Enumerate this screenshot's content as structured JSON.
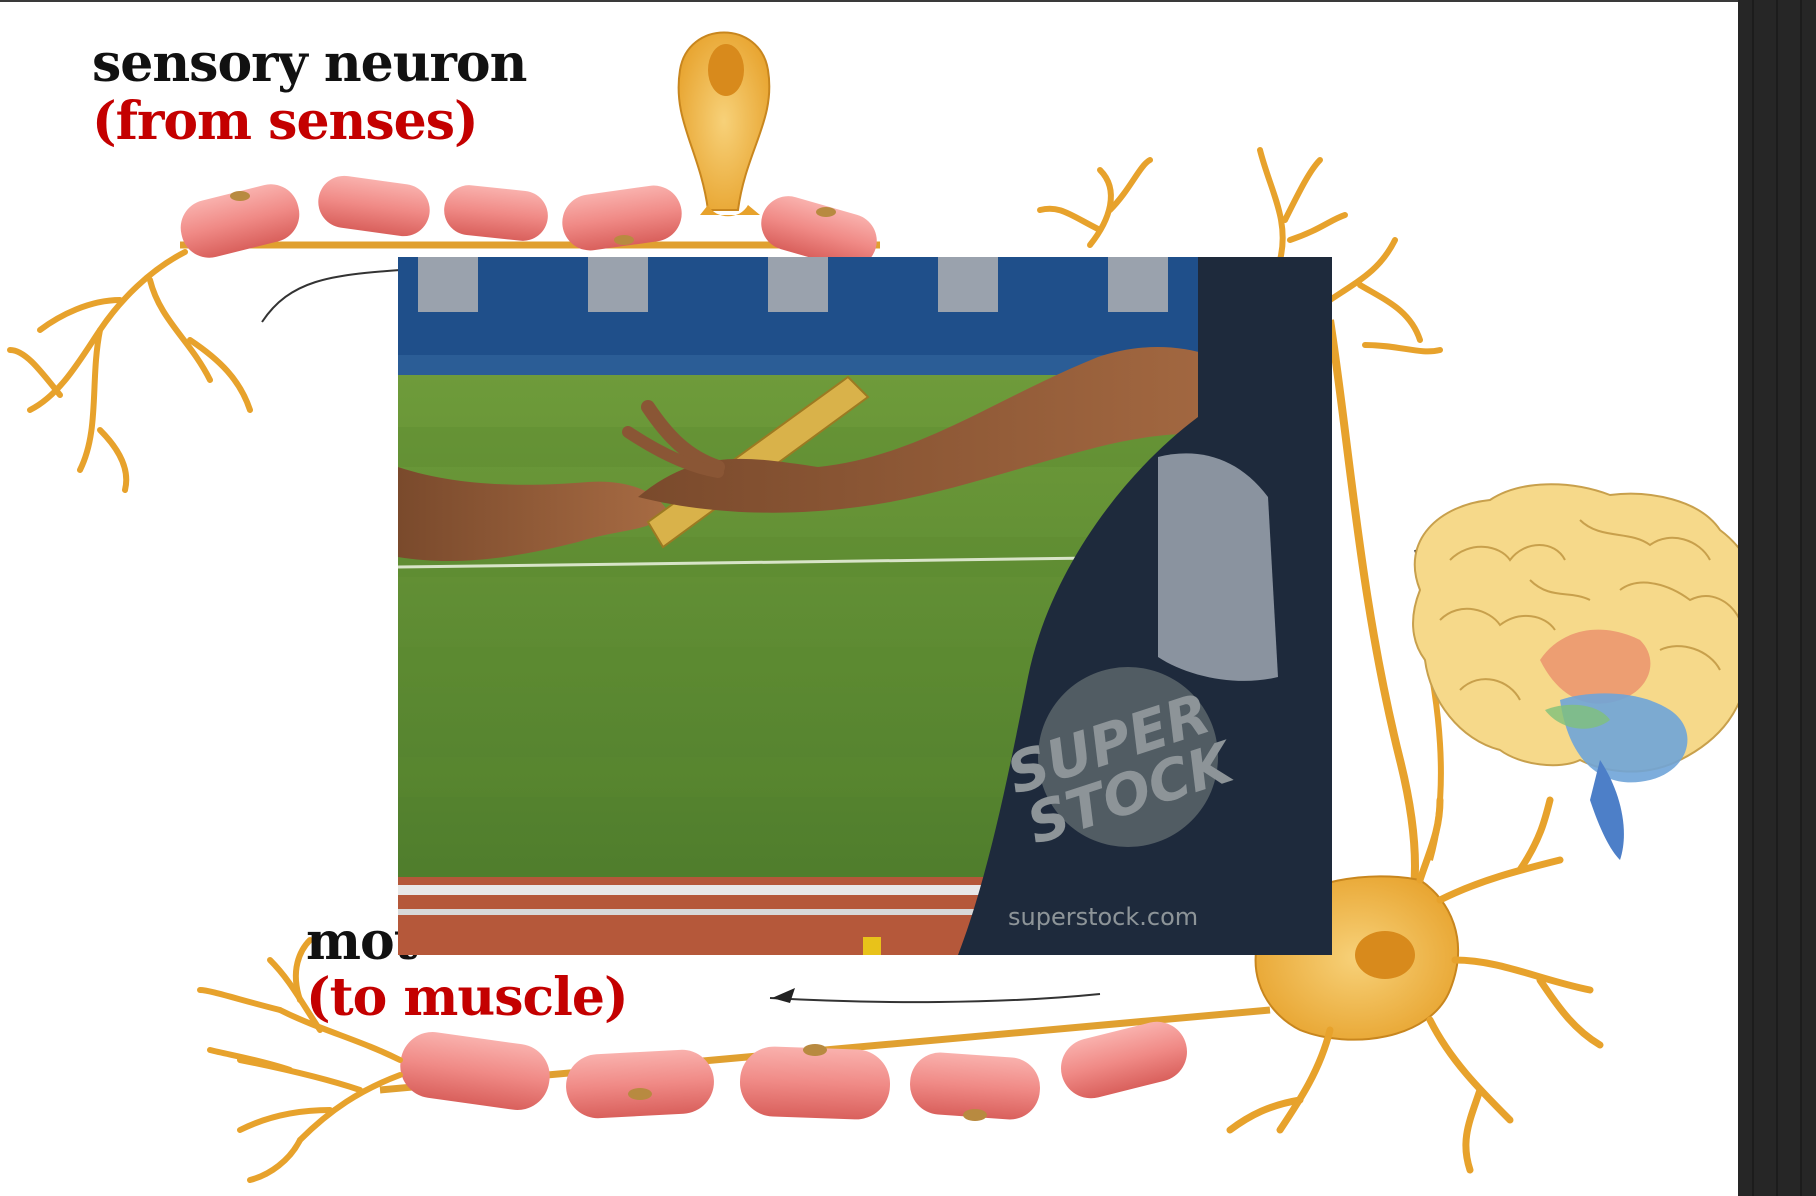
{
  "labels": {
    "sensory_title": "sensory neuron",
    "sensory_sub": "(from senses)",
    "motor_title": "mot",
    "motor_sub": "(to muscle)"
  },
  "photo": {
    "watermark_logo": "SUPER STOCK",
    "watermark_url": "superstock.com"
  },
  "colors": {
    "neuron_body": "#f1b43c",
    "myelin": "#f08a86",
    "label_red": "#c40000",
    "label_black": "#111111",
    "side_panel": "#262626"
  },
  "icons": [
    "sensory-neuron-illustration",
    "motor-neuron-illustration",
    "brain-illustration",
    "relay-baton-photo",
    "arrow-icon"
  ]
}
